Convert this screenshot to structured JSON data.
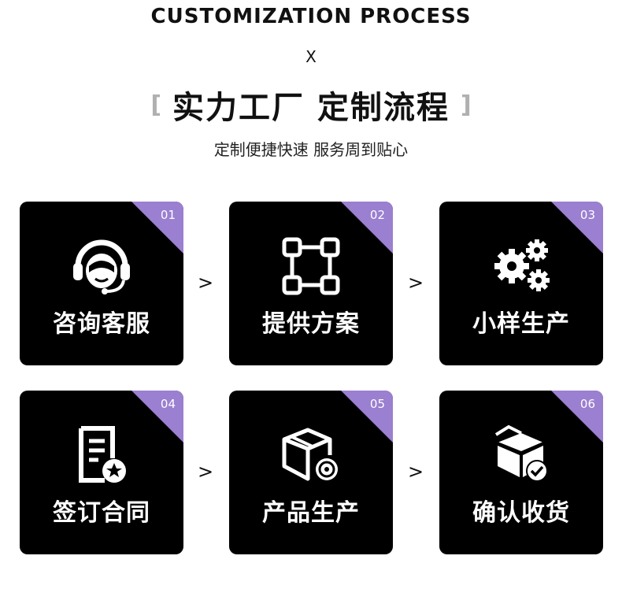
{
  "header": {
    "en_title": "CUSTOMIZATION PROCESS",
    "x_mark": "X",
    "left_bracket": "[",
    "cn_title": "实力工厂 定制流程",
    "right_bracket": "]",
    "subtitle": "定制便捷快速 服务周到贴心"
  },
  "accent_color": "#9b7fd0",
  "arrow": ">",
  "steps": [
    {
      "num": "01",
      "label": "咨询客服",
      "icon": "headset-agent-icon"
    },
    {
      "num": "02",
      "label": "提供方案",
      "icon": "diagram-nodes-icon"
    },
    {
      "num": "03",
      "label": "小样生产",
      "icon": "gears-icon"
    },
    {
      "num": "04",
      "label": "签订合同",
      "icon": "contract-document-icon"
    },
    {
      "num": "05",
      "label": "产品生产",
      "icon": "box-gear-icon"
    },
    {
      "num": "06",
      "label": "确认收货",
      "icon": "box-check-icon"
    }
  ]
}
